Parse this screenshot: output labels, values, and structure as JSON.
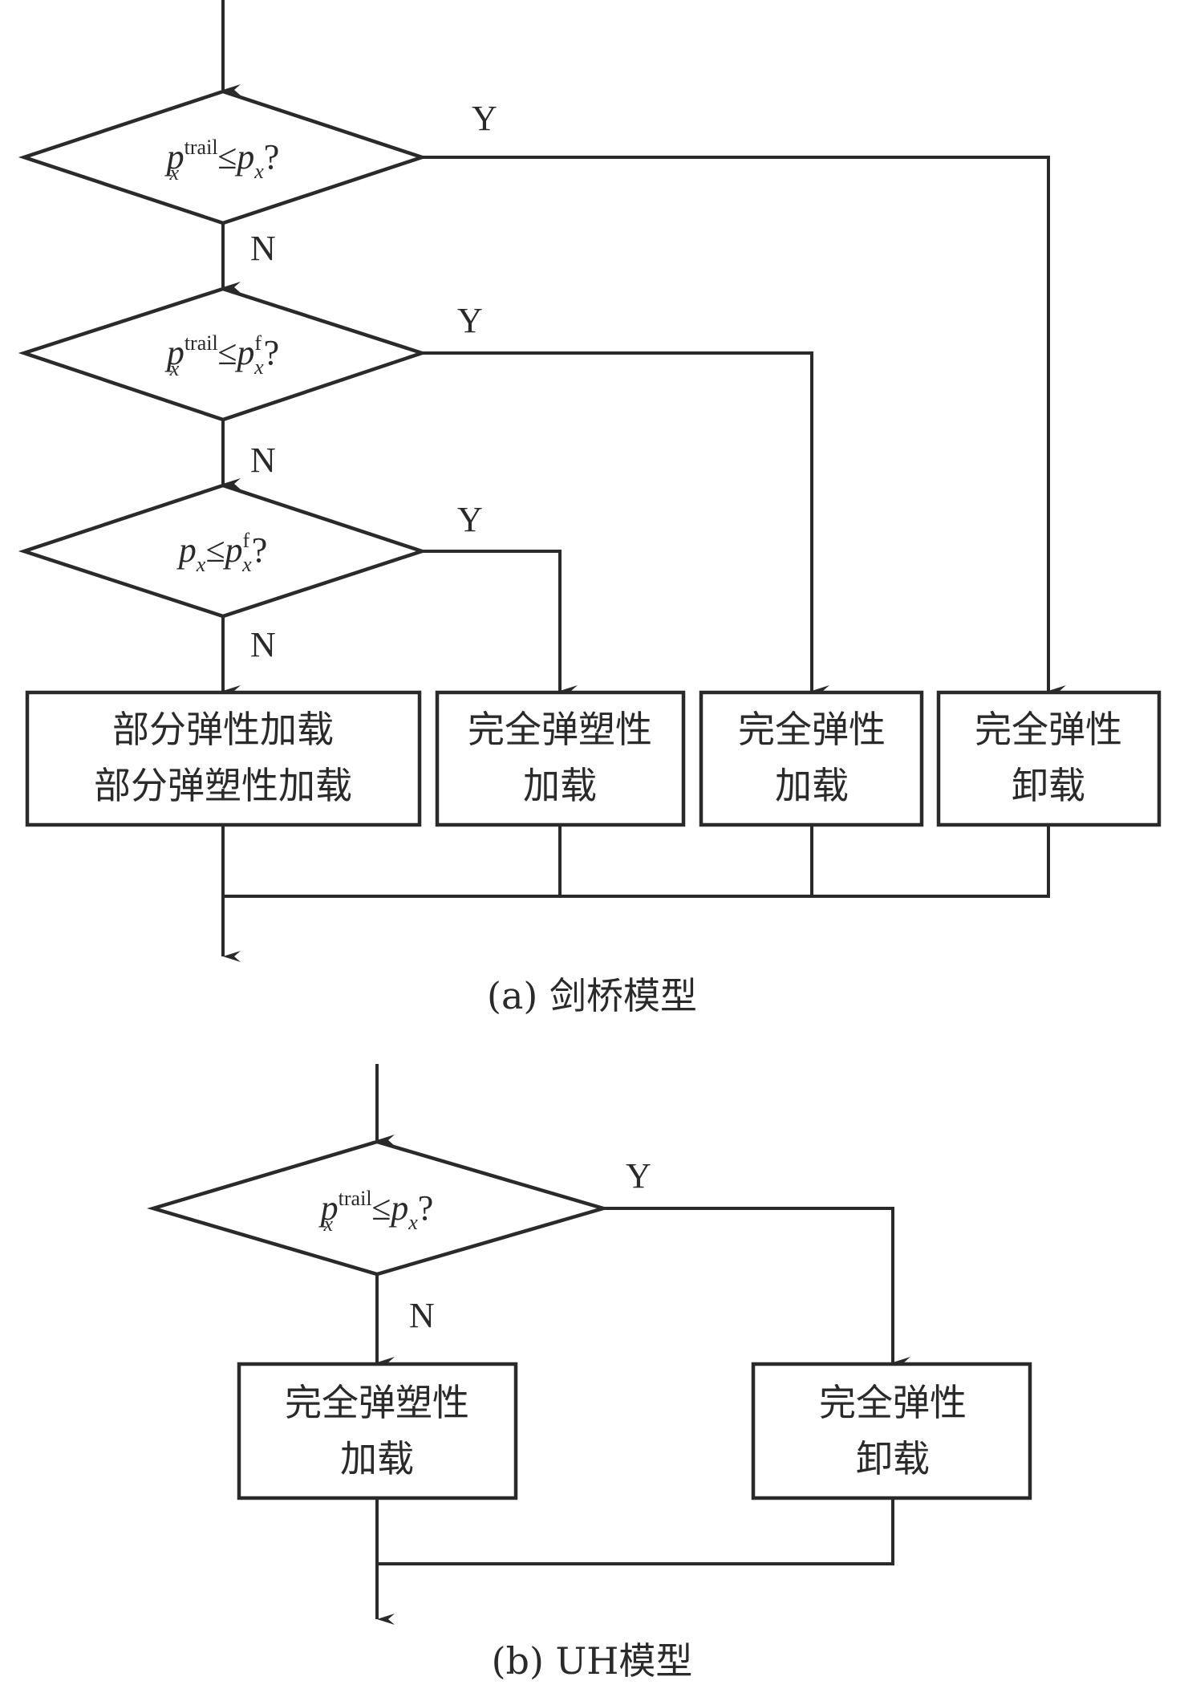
{
  "figure_a": {
    "caption": "(a) 剑桥模型",
    "decisions": [
      {
        "base": "p",
        "sub": "x",
        "sup": "trail",
        "op": "≤",
        "rhs_base": "p",
        "rhs_sub": "x",
        "rhs_sup": "",
        "q": "?",
        "yes": "Y",
        "no": "N"
      },
      {
        "base": "p",
        "sub": "x",
        "sup": "trail",
        "op": "≤",
        "rhs_base": "p",
        "rhs_sub": "x",
        "rhs_sup": "f",
        "q": "?",
        "yes": "Y",
        "no": "N"
      },
      {
        "base": "p",
        "sub": "x",
        "sup": "",
        "op": "≤",
        "rhs_base": "p",
        "rhs_sub": "x",
        "rhs_sup": "f",
        "q": "?",
        "yes": "Y",
        "no": "N"
      }
    ],
    "boxes": [
      {
        "line1": "部分弹性加载",
        "line2": "部分弹塑性加载"
      },
      {
        "line1": "完全弹塑性",
        "line2": "加载"
      },
      {
        "line1": "完全弹性",
        "line2": "加载"
      },
      {
        "line1": "完全弹性",
        "line2": "卸载"
      }
    ]
  },
  "figure_b": {
    "caption": "(b) UH模型",
    "decision": {
      "base": "p",
      "sub": "x",
      "sup": "trail",
      "op": "≤",
      "rhs_base": "p",
      "rhs_sub": "x",
      "rhs_sup": "",
      "q": "?",
      "yes": "Y",
      "no": "N"
    },
    "boxes": [
      {
        "line1": "完全弹塑性",
        "line2": "加载"
      },
      {
        "line1": "完全弹性",
        "line2": "卸载"
      }
    ]
  }
}
